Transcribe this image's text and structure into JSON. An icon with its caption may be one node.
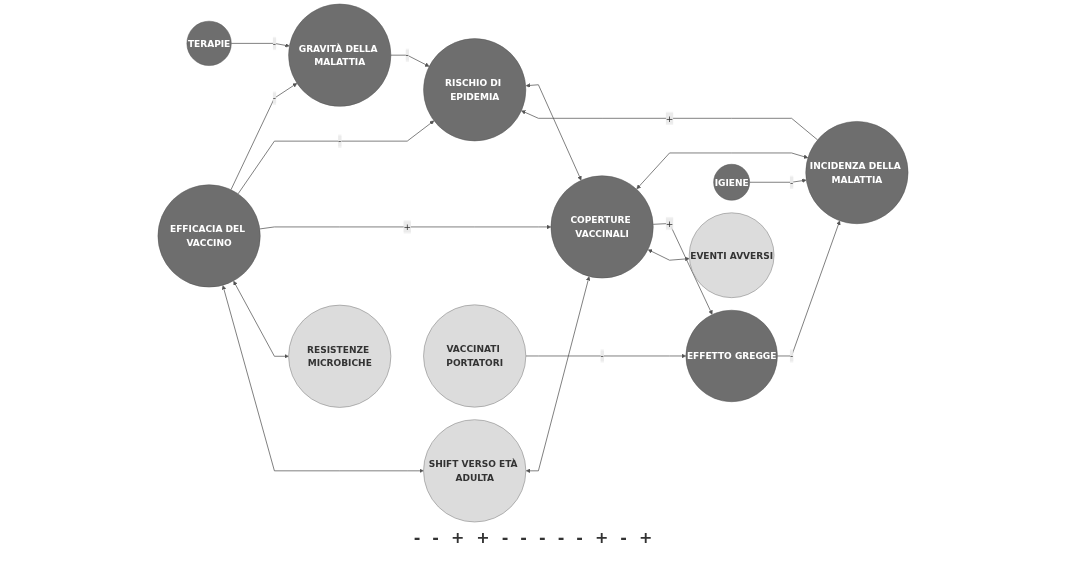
{
  "diagram": {
    "nodes": [
      {
        "text": [
          "GRAVITÀ DELLA MALATTIA"
        ]
      },
      {
        "text": [
          "RISCHIO DI EPIDEMIA"
        ]
      },
      {
        "text": [
          "INCIDENZA DELLA MALATTIA"
        ]
      },
      {
        "text": [
          "TERAPIE"
        ]
      },
      {
        "text": [
          "IGIENE"
        ]
      },
      {
        "text": [
          "EFFICACIA DEL VACCINO"
        ]
      },
      {
        "text": [
          "COPERTURE VACCINALI"
        ]
      },
      {
        "text": [
          "EFFETTO GREGGE"
        ]
      },
      {
        "text": [
          "RESISTENZE MICROBICHE"
        ]
      },
      {
        "text": [
          "SHIFT VERSO ETÀ ADULTA"
        ]
      },
      {
        "text": [
          "EVENTI AVVERSI"
        ]
      },
      {
        "text": [
          "VACCINATI PORTATORI"
        ]
      }
    ],
    "edges": [
      {
        "from": 0,
        "to": 1,
        "arrow": "to",
        "label": "-"
      },
      {
        "from": 2,
        "to": 1,
        "arrow": "to",
        "label": "+"
      },
      {
        "from": 3,
        "to": 0,
        "arrow": "to",
        "label": "-"
      },
      {
        "from": 5,
        "to": 0,
        "arrow": "to",
        "label": "-"
      },
      {
        "from": 5,
        "to": 1,
        "arrow": "to",
        "label": "-"
      },
      {
        "from": 1,
        "to": 6,
        "arrow": "both"
      },
      {
        "from": 6,
        "to": 2,
        "arrow": "both"
      },
      {
        "from": 5,
        "to": 6,
        "arrow": "to",
        "label": "+"
      },
      {
        "from": 6,
        "to": 7,
        "arrow": "to",
        "label": "+"
      },
      {
        "from": 7,
        "to": 2,
        "arrow": "to",
        "label": "-"
      },
      {
        "from": 4,
        "to": 2,
        "arrow": "to",
        "label": "-"
      },
      {
        "from": 5,
        "to": 8,
        "arrow": "both"
      },
      {
        "from": 5,
        "to": 9,
        "arrow": "both"
      },
      {
        "from": 9,
        "to": 6,
        "arrow": "both"
      },
      {
        "from": 6,
        "to": 10,
        "arrow": "both"
      },
      {
        "from": 11,
        "to": 7,
        "arrow": "to",
        "label": "-"
      }
    ],
    "labels": [
      "-",
      "-",
      "+",
      "+",
      "-",
      "-",
      "-",
      "-",
      "-",
      "+",
      "-",
      "+"
    ]
  }
}
